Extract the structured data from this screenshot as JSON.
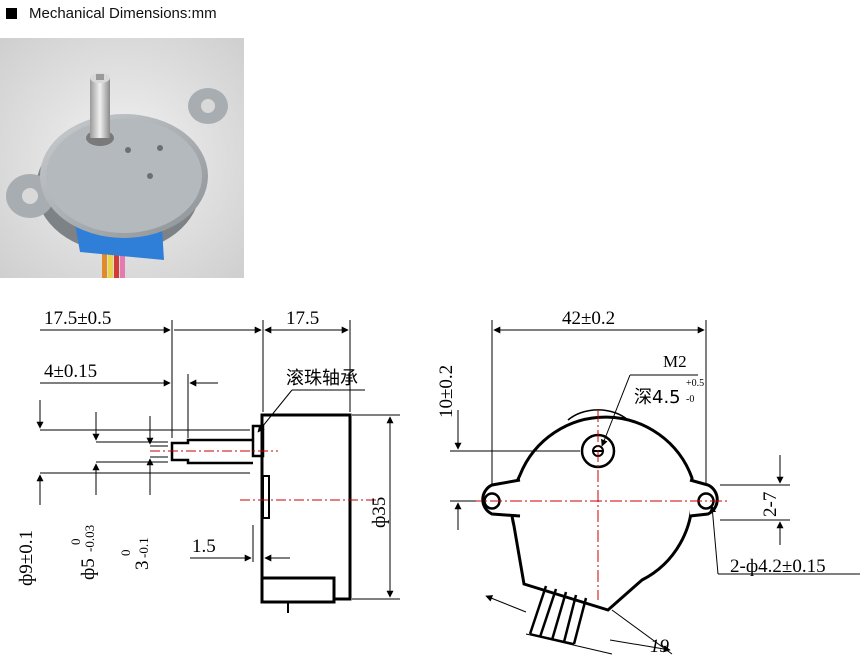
{
  "header": {
    "title": "Mechanical Dimensions:mm"
  },
  "side_view": {
    "dim_17_5_tol": "17.5±0.5",
    "dim_17_5": "17.5",
    "dim_4_tol": "4±0.15",
    "bearing_label": "滚珠轴承",
    "dim_1_5": "1.5",
    "dim_phi35": "ф35",
    "dim_phi9": "ф9±0.1",
    "dim_phi5": "ф5",
    "dim_phi5_upper": "0",
    "dim_phi5_lower": "-0.03",
    "dim_3": "3",
    "dim_3_upper": "0",
    "dim_3_lower": "-0.1"
  },
  "front_view": {
    "dim_42": "42±0.2",
    "dim_10": "10±0.2",
    "label_m2": "M2",
    "label_depth": "深4.5",
    "label_depth_upper": "+0.5",
    "label_depth_lower": "-0",
    "dim_2_7": "2-7",
    "dim_holes": "2-ф4.2±0.15",
    "dim_19": "19"
  },
  "colors": {
    "line": "#000000",
    "centerline": "#cc0000",
    "wire": "#1f5fbf"
  }
}
